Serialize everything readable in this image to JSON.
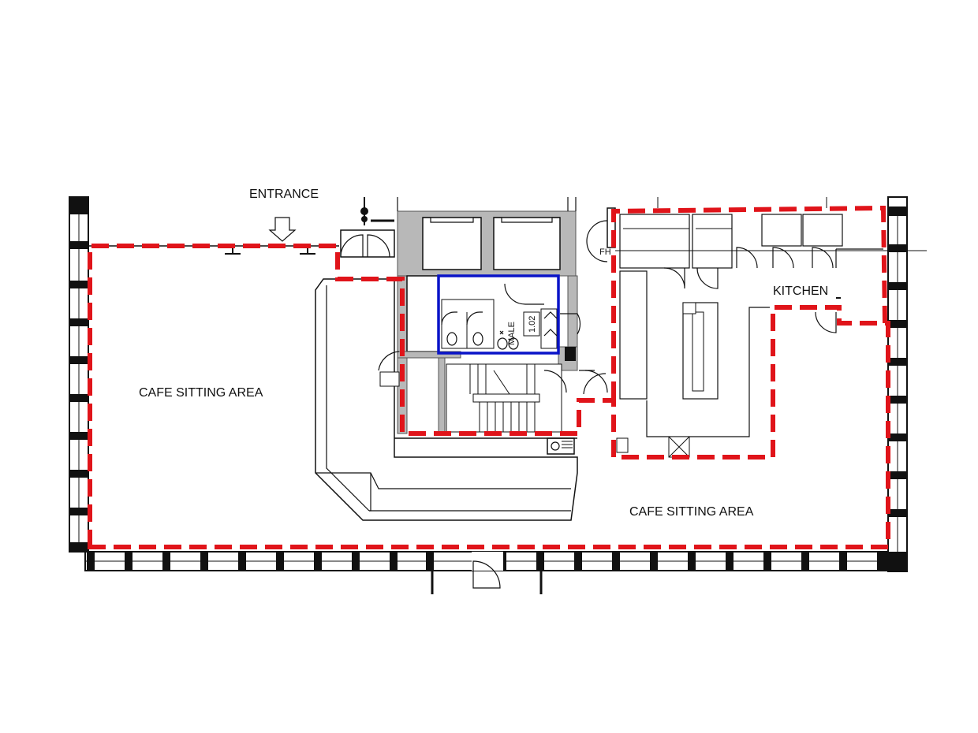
{
  "labels": {
    "entrance": "ENTRANCE",
    "cafe_left": "CAFE SITTING AREA",
    "cafe_right": "CAFE SITTING AREA",
    "kitchen": "KITCHEN",
    "male": "MALE",
    "room_number": "1.02",
    "fire_hydrant": "FH"
  },
  "colors": {
    "cafe_boundary": "#e0141a",
    "toilet_highlight": "#0a14c8",
    "walls": "#111111",
    "core_fill": "#b8b8b8"
  }
}
